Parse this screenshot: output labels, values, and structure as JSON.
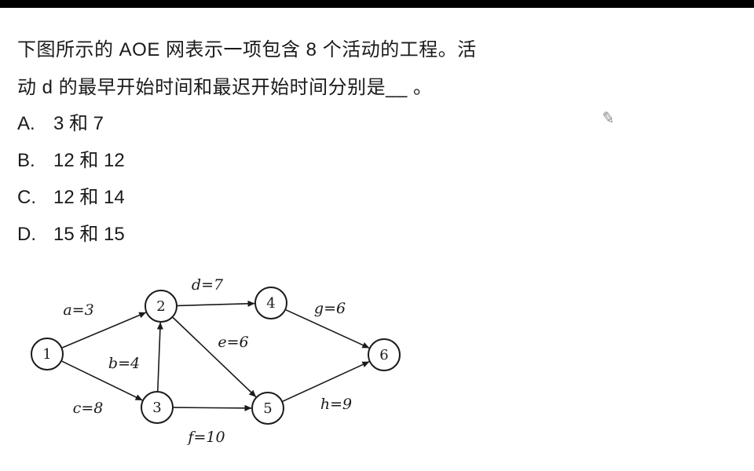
{
  "page": {
    "background": "#ffffff",
    "top_bar_color": "#000000",
    "text_color": "#1a1a1a"
  },
  "question": {
    "lines": [
      "下图所示的 AOE 网表示一项包含 8 个活动的工程。活",
      "动 d 的最早开始时间和最迟开始时间分别是__ 。"
    ],
    "options": [
      {
        "letter": "A.",
        "text": "3 和 7"
      },
      {
        "letter": "B.",
        "text": "12 和 12"
      },
      {
        "letter": "C.",
        "text": "12 和 14"
      },
      {
        "letter": "D.",
        "text": "15 和 15"
      }
    ]
  },
  "icons": {
    "pencil": "✎"
  },
  "diagram": {
    "type": "aoe-network",
    "activity_count": 8,
    "nodes": [
      {
        "id": "1"
      },
      {
        "id": "2"
      },
      {
        "id": "3"
      },
      {
        "id": "4"
      },
      {
        "id": "5"
      },
      {
        "id": "6"
      }
    ],
    "edges": [
      {
        "from": "1",
        "to": "2",
        "label": "a=3"
      },
      {
        "from": "3",
        "to": "2",
        "label": "b=4"
      },
      {
        "from": "1",
        "to": "3",
        "label": "c=8"
      },
      {
        "from": "2",
        "to": "4",
        "label": "d=7"
      },
      {
        "from": "2",
        "to": "5",
        "label": "e=6"
      },
      {
        "from": "3",
        "to": "5",
        "label": "f=10"
      },
      {
        "from": "4",
        "to": "6",
        "label": "g=6"
      },
      {
        "from": "5",
        "to": "6",
        "label": "h=9"
      }
    ]
  }
}
